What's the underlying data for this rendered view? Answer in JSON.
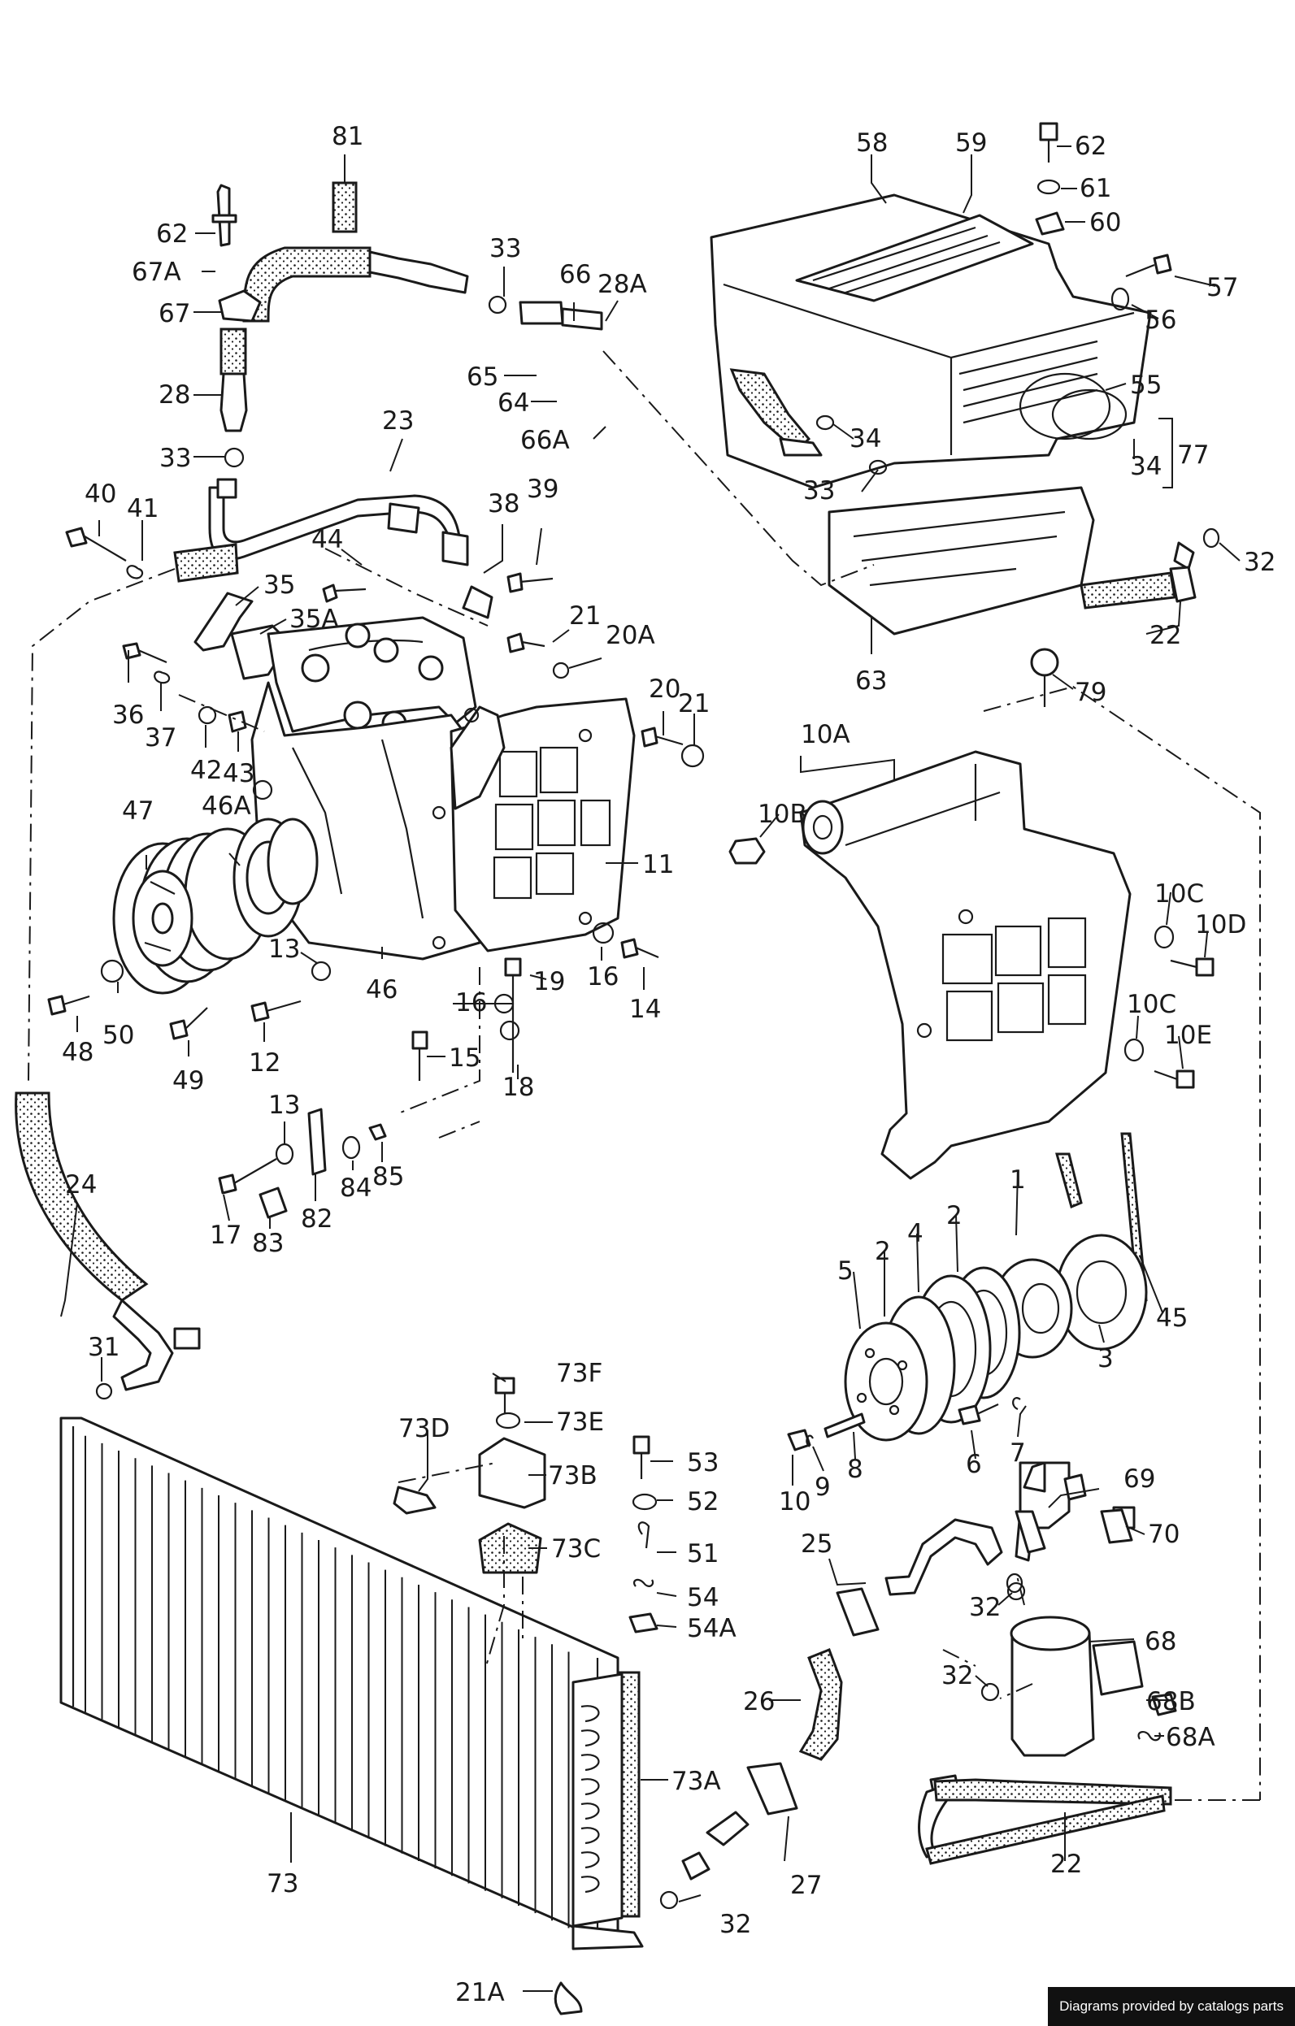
{
  "credit": "Diagrams provided by catalogs parts",
  "callouts": [
    "81",
    "62",
    "67A",
    "67",
    "28",
    "33",
    "66",
    "28A",
    "65",
    "64",
    "66A",
    "23",
    "40",
    "41",
    "35",
    "35A",
    "44",
    "38",
    "39",
    "21",
    "20A",
    "36",
    "37",
    "42",
    "43",
    "20",
    "47",
    "46A",
    "11",
    "13",
    "46",
    "16",
    "19",
    "14",
    "48",
    "50",
    "49",
    "12",
    "15",
    "18",
    "17",
    "82",
    "84",
    "85",
    "83",
    "24",
    "31",
    "58",
    "59",
    "61",
    "60",
    "57",
    "56",
    "55",
    "34",
    "77",
    "32",
    "22",
    "63",
    "79",
    "10A",
    "10B",
    "10C",
    "10D",
    "10E",
    "1",
    "2",
    "4",
    "5",
    "45",
    "3",
    "7",
    "6",
    "8",
    "9",
    "10",
    "73F",
    "73E",
    "73D",
    "73B",
    "53",
    "52",
    "51",
    "54",
    "54A",
    "73C",
    "69",
    "70",
    "25",
    "68",
    "26",
    "68B",
    "68A",
    "73A",
    "73",
    "27",
    "21A"
  ]
}
